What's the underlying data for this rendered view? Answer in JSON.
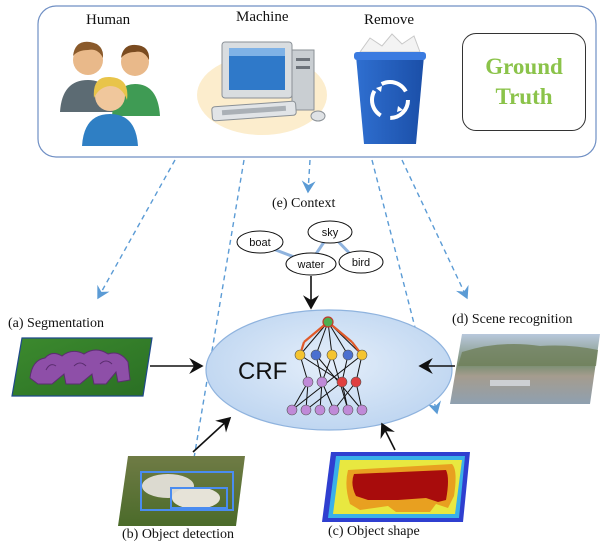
{
  "sources": {
    "human": "Human",
    "machine": "Machine",
    "remove": "Remove",
    "ground_truth_line1": "Ground",
    "ground_truth_line2": "Truth"
  },
  "context": {
    "title": "(e) Context",
    "nodes": [
      "boat",
      "sky",
      "water",
      "bird"
    ]
  },
  "crf": {
    "label": "CRF"
  },
  "components": {
    "segmentation": "(a) Segmentation",
    "object_detection": "(b) Object detection",
    "object_shape": "(c) Object shape",
    "scene_recognition": "(d) Scene recognition"
  },
  "colors": {
    "panel_border": "#6f8fc4",
    "dashed_arrow": "#5b9bd5",
    "crf_fill": "#cfe0f5",
    "ground_truth_text": "#8bc34a"
  }
}
